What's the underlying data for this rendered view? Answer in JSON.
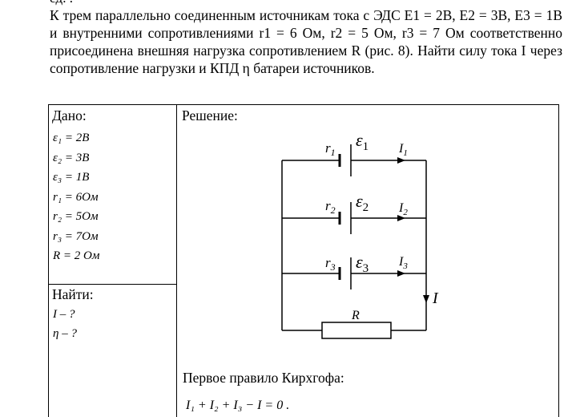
{
  "header_fragment": "ёд. .",
  "problem": {
    "text": "К трем параллельно соединенным источникам тока с ЭДС E1 = 2В, E2 = 3В, E3 = 1В и внутренними сопротивлениями r1 = 6 Ом, r2 = 5 Ом, r3 = 7 Ом соответственно присоединена внешняя нагрузка сопротивлением R (рис. 8). Найти силу тока I через сопротивление нагрузки и КПД η батареи источников."
  },
  "given": {
    "title": "Дано:",
    "items": [
      "ε₁ = 2В",
      "ε₂ = 3В",
      "ε₃ = 1В",
      "r₁ = 6Ом",
      "r₂ = 5Ом",
      "r₃ = 7Ом",
      "R = 2 Ом"
    ]
  },
  "find": {
    "title": "Найти:",
    "items": [
      "I – ?",
      "η – ?"
    ]
  },
  "solution": {
    "title": "Решение:",
    "circuit": {
      "branches": [
        {
          "resistor": "r",
          "resistor_sub": "1",
          "emf": "ε",
          "emf_sub": "1",
          "current": "I",
          "current_sub": "1"
        },
        {
          "resistor": "r",
          "resistor_sub": "2",
          "emf": "ε",
          "emf_sub": "2",
          "current": "I",
          "current_sub": "2"
        },
        {
          "resistor": "r",
          "resistor_sub": "3",
          "emf": "ε",
          "emf_sub": "3",
          "current": "I",
          "current_sub": "3"
        }
      ],
      "load_label": "R",
      "total_current_label": "I"
    },
    "rule_text": "Первое правило Кирхгофа:",
    "equation": "I₁ + I₂ + I₃ − I = 0 ."
  }
}
